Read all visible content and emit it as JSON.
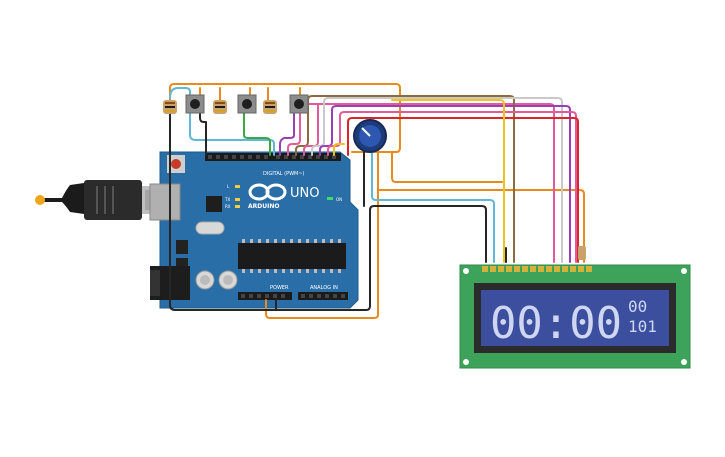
{
  "arduino": {
    "brand": "ARDUINO",
    "model": "UNO",
    "digital_label": "DIGITAL (PWM~)",
    "power_label": "POWER",
    "analog_label": "ANALOG IN",
    "on_label": "ON",
    "tx_label": "TX",
    "rx_label": "RX",
    "l_label": "L"
  },
  "lcd": {
    "big_text": "00:00",
    "line1_small": "00",
    "line2_small": "101"
  },
  "colors": {
    "board": "#2a6ea8",
    "lcd_pcb": "#3da35a",
    "lcd_screen": "#3c4f9f",
    "wire_orange": "#e88a1e",
    "wire_red": "#d9262c",
    "wire_yellow": "#f1c21b",
    "wire_cyan": "#62b6d6",
    "wire_purple": "#9b3fb5",
    "wire_pink": "#e35a9a",
    "wire_green": "#3aa845",
    "wire_black": "#262626"
  },
  "icons": {
    "usb": "usb-plug-icon",
    "pot": "potentiometer-icon"
  }
}
